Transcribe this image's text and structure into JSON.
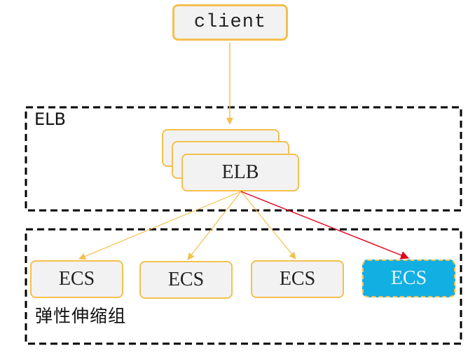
{
  "diagram": {
    "client": {
      "label": "client"
    },
    "elb_group": {
      "label": "ELB"
    },
    "elb_nodes": [
      {
        "label": ""
      },
      {
        "label": ""
      },
      {
        "label": "ELB"
      }
    ],
    "asg_group": {
      "label": "弹性伸缩组"
    },
    "ecs_nodes": [
      {
        "label": "ECS"
      },
      {
        "label": "ECS"
      },
      {
        "label": "ECS"
      },
      {
        "label": "ECS"
      }
    ],
    "colors": {
      "node_border": "#f4c04f",
      "node_fill": "#f2f2f2",
      "highlight_fill": "#12afe3",
      "connector": "#f4c04f",
      "active_connector": "#e3001b",
      "group_border": "#000000"
    }
  }
}
